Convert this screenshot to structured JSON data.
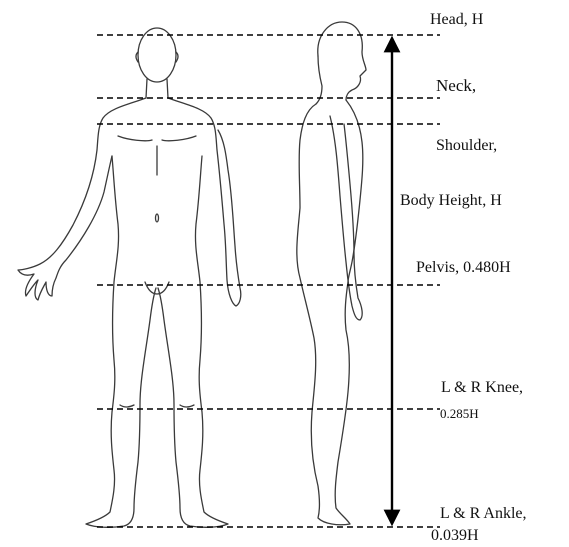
{
  "labels": {
    "head": "Head, H",
    "neck": "Neck,",
    "shoulder": "Shoulder,",
    "body_height": "Body Height, H",
    "pelvis": "Pelvis, 0.480H",
    "knee": "L & R Knee,",
    "knee_ratio": "0.285H",
    "ankle": "L & R Ankle,",
    "ankle_ratio": "0.039H"
  },
  "figures": [
    "front-view",
    "side-view"
  ]
}
